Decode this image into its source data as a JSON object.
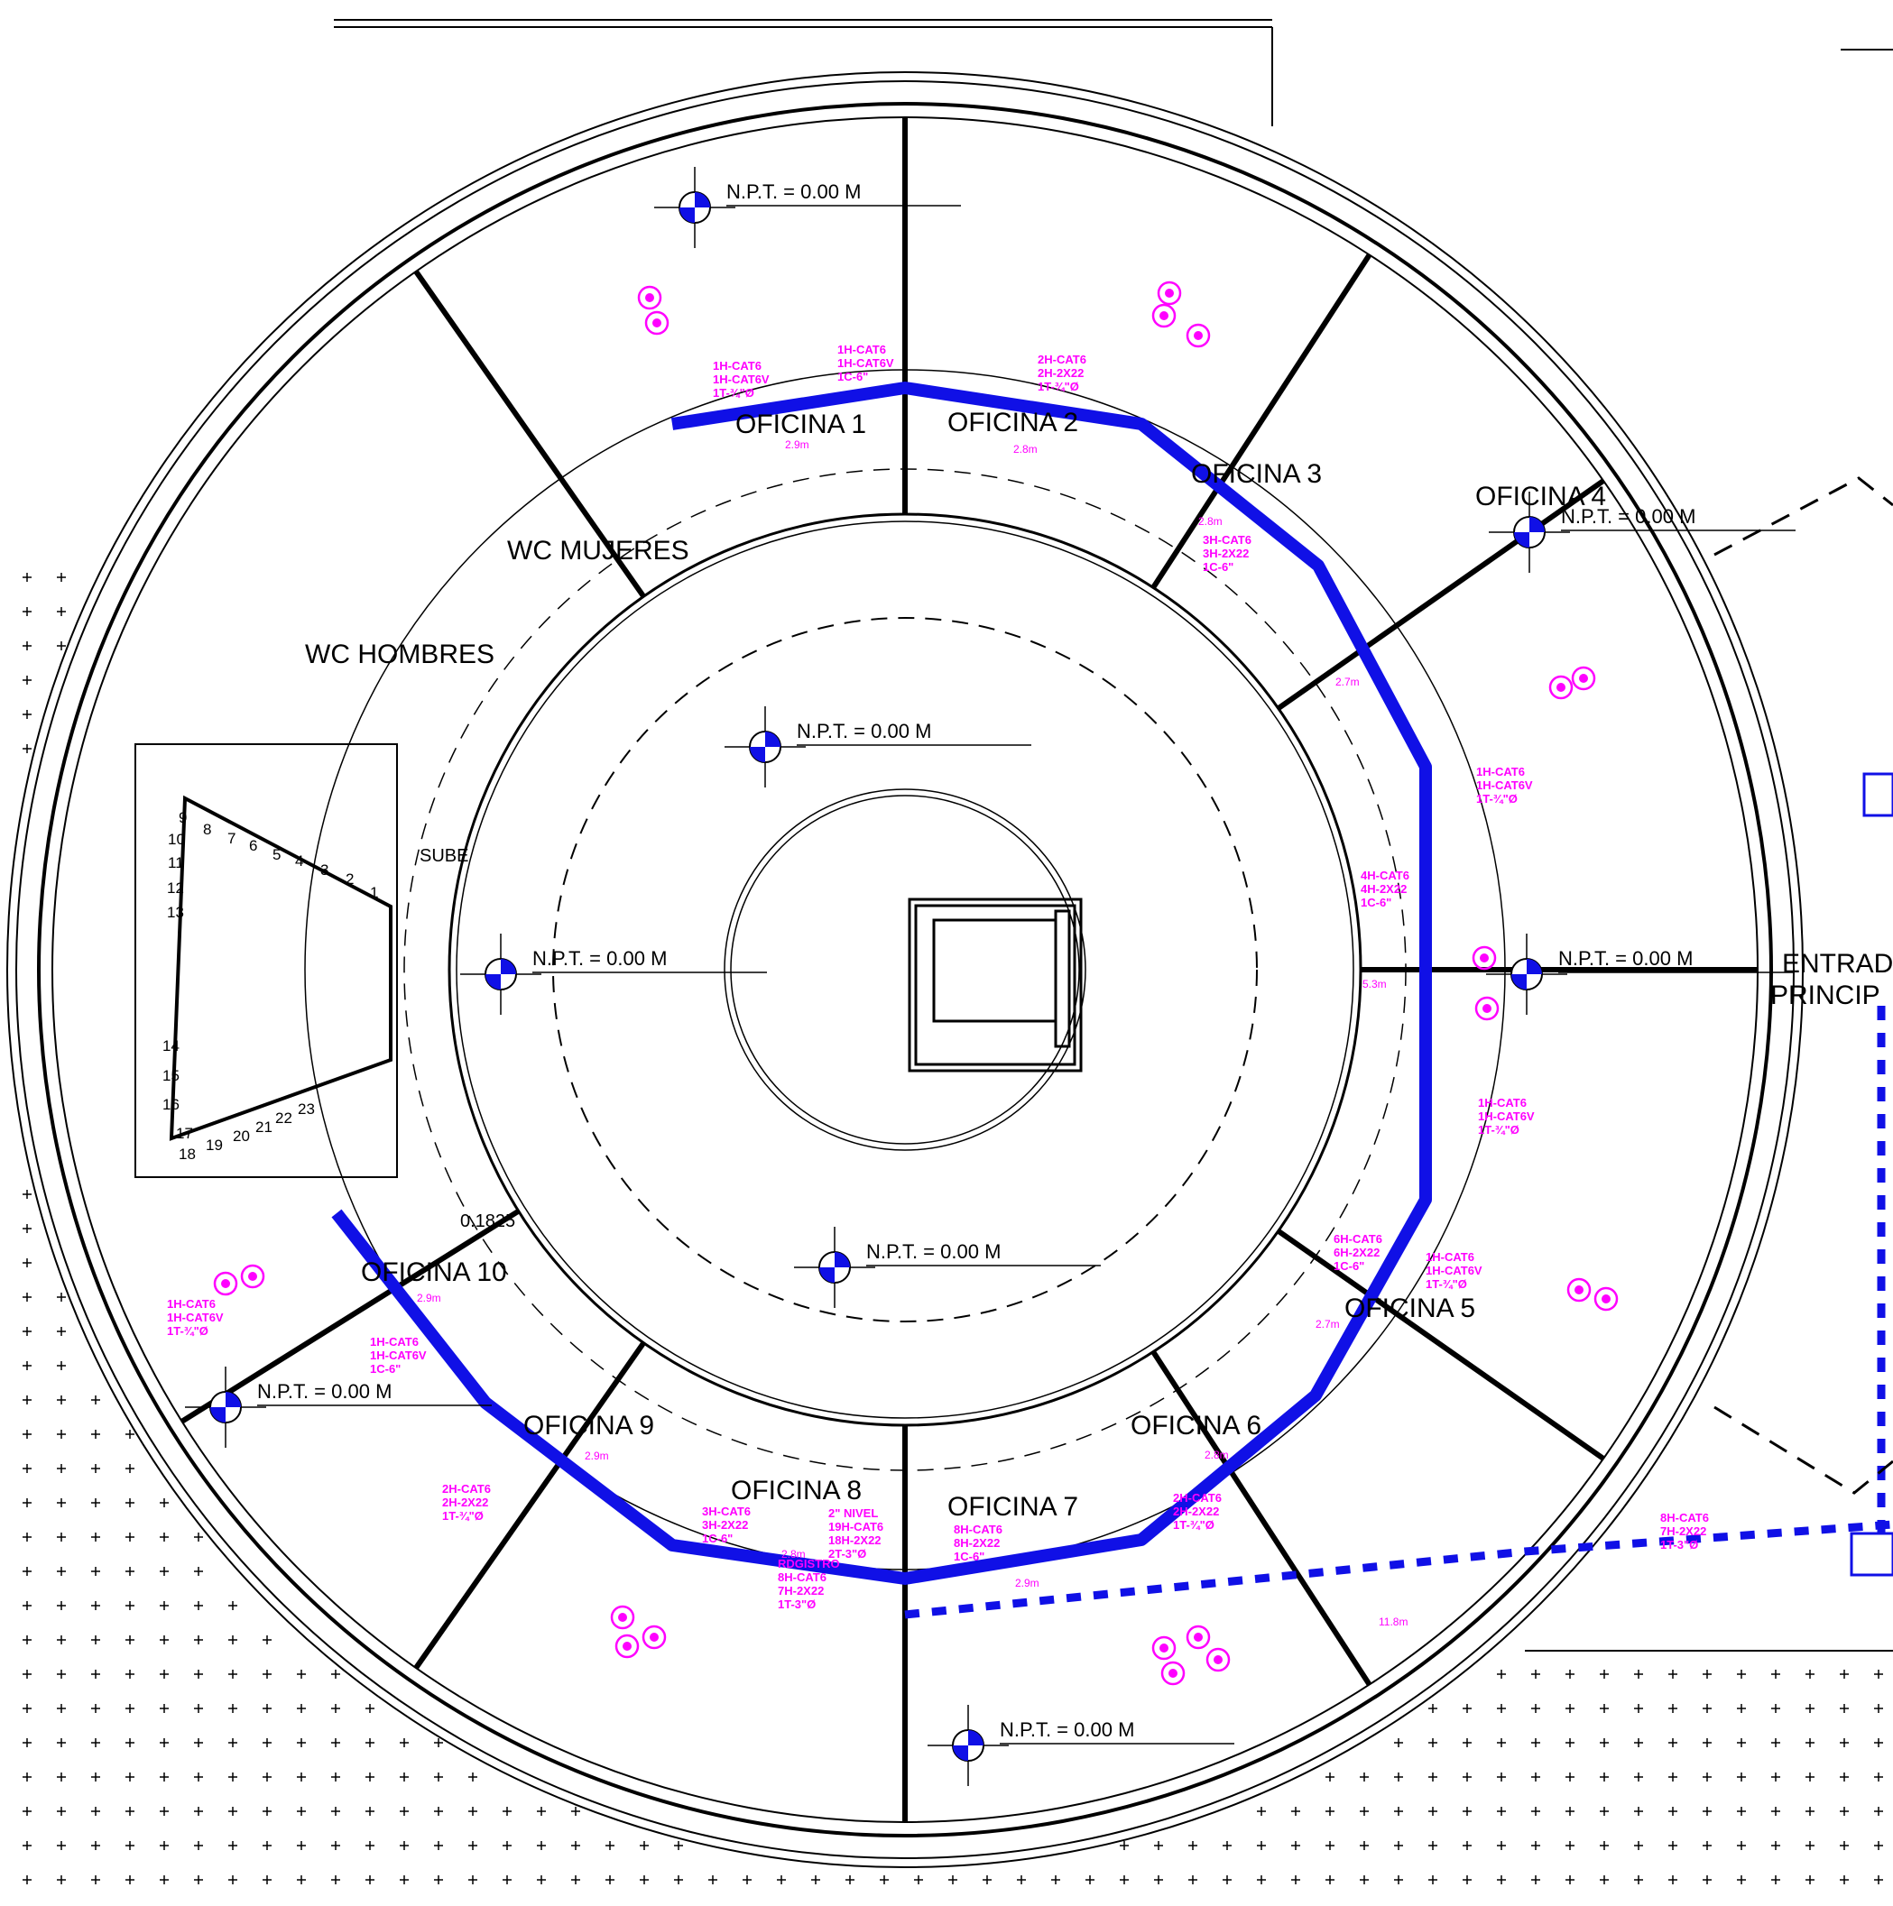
{
  "plan": {
    "colors": {
      "wall": "#000000",
      "conduit": "#1010e6",
      "annotation": "#ff00ff",
      "outlet": "#ff00ff"
    },
    "rooms": [
      {
        "id": "oficina-1",
        "label": "OFICINA 1"
      },
      {
        "id": "oficina-2",
        "label": "OFICINA 2"
      },
      {
        "id": "oficina-3",
        "label": "OFICINA 3"
      },
      {
        "id": "oficina-4",
        "label": "OFICINA 4"
      },
      {
        "id": "oficina-5",
        "label": "OFICINA 5"
      },
      {
        "id": "oficina-6",
        "label": "OFICINA 6"
      },
      {
        "id": "oficina-7",
        "label": "OFICINA 7"
      },
      {
        "id": "oficina-8",
        "label": "OFICINA 8"
      },
      {
        "id": "oficina-9",
        "label": "OFICINA 9"
      },
      {
        "id": "oficina-10",
        "label": "OFICINA 10"
      },
      {
        "id": "wc-mujeres",
        "label": "WC MUJERES"
      },
      {
        "id": "wc-hombres",
        "label": "WC HOMBRES"
      }
    ],
    "entrance": {
      "line1": "ENTRAD",
      "line2": "PRINCIP"
    },
    "npt_label": "N.P.T. = 0.00 M",
    "stair": {
      "sube": "SUBE",
      "steps": [
        "1",
        "2",
        "3",
        "4",
        "5",
        "6",
        "7",
        "8",
        "9",
        "10",
        "11",
        "12",
        "13",
        "14",
        "15",
        "16",
        "17",
        "18",
        "19",
        "20",
        "21",
        "22",
        "23"
      ]
    },
    "dimension_0_1825": "0.1825",
    "distances": [
      "2.9m",
      "2.8m",
      "2.8m",
      "2.7m",
      "5.3m",
      "2.7m",
      "2.8m",
      "2.9m",
      "2.8m",
      "2.9m",
      "2.9m",
      "11.8m"
    ],
    "cable_notes": [
      [
        "1H-CAT6",
        "1H-CAT6V",
        "1T-¾\"Ø"
      ],
      [
        "1H-CAT6",
        "1H-CAT6V",
        "1C-6\""
      ],
      [
        "2H-CAT6",
        "2H-2X22",
        "1T-¾\"Ø"
      ],
      [
        "3H-CAT6",
        "3H-2X22",
        "1C-6\""
      ],
      [
        "1H-CAT6",
        "1H-CAT6V",
        "1T-¾\"Ø"
      ],
      [
        "4H-CAT6",
        "4H-2X22",
        "1C-6\""
      ],
      [
        "1H-CAT6",
        "1H-CAT6V",
        "1T-¾\"Ø"
      ],
      [
        "6H-CAT6",
        "6H-2X22",
        "1C-6\""
      ],
      [
        "1H-CAT6",
        "1H-CAT6V",
        "1T-¾\"Ø"
      ],
      [
        "2H-CAT6",
        "2H-2X22",
        "1T-¾\"Ø"
      ],
      [
        "8H-CAT6",
        "8H-2X22",
        "1C-6\""
      ],
      [
        "2\" NIVEL",
        "19H-CAT6",
        "18H-2X22",
        "2T-3\"Ø"
      ],
      [
        "3H-CAT6",
        "3H-2X22",
        "1C-6\""
      ],
      [
        "RDGISTRO",
        "8H-CAT6",
        "7H-2X22",
        "1T-3\"Ø"
      ],
      [
        "2H-CAT6",
        "2H-2X22",
        "1T-¾\"Ø"
      ],
      [
        "1H-CAT6",
        "1H-CAT6V",
        "1T-¾\"Ø"
      ],
      [
        "1H-CAT6",
        "1H-CAT6V",
        "1C-6\""
      ],
      [
        "8H-CAT6",
        "7H-2X22",
        "1T-3\"Ø"
      ]
    ]
  }
}
